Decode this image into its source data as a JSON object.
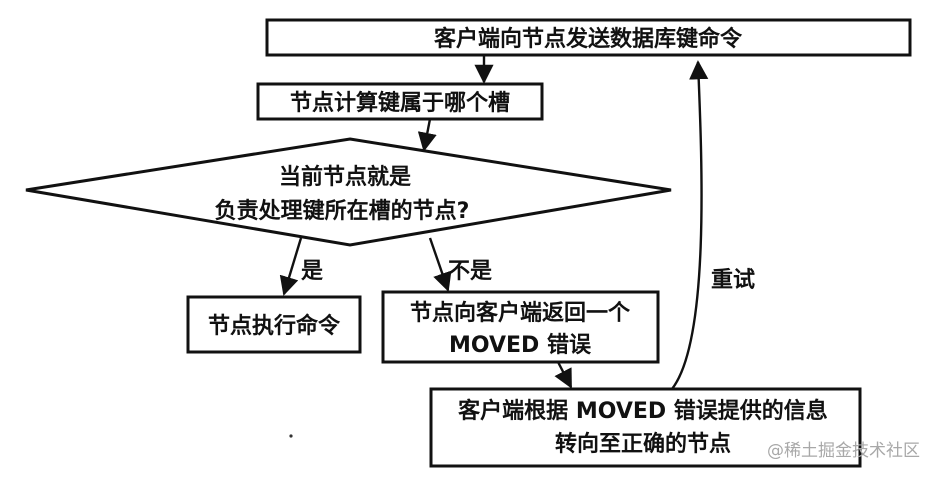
{
  "nodes": {
    "send_command": "客户端向节点发送数据库键命令",
    "compute_slot": "节点计算键属于哪个槽",
    "decision_line1": "当前节点就是",
    "decision_line2": "负责处理键所在槽的节点?",
    "execute": "节点执行命令",
    "moved_line1": "节点向客户端返回一个",
    "moved_line2": "MOVED 错误",
    "redirect_line1": "客户端根据 MOVED 错误提供的信息",
    "redirect_line2": "转向至正确的节点"
  },
  "edges": {
    "yes": "是",
    "no": "不是",
    "retry": "重试"
  },
  "watermark": "@稀土掘金技术社区"
}
